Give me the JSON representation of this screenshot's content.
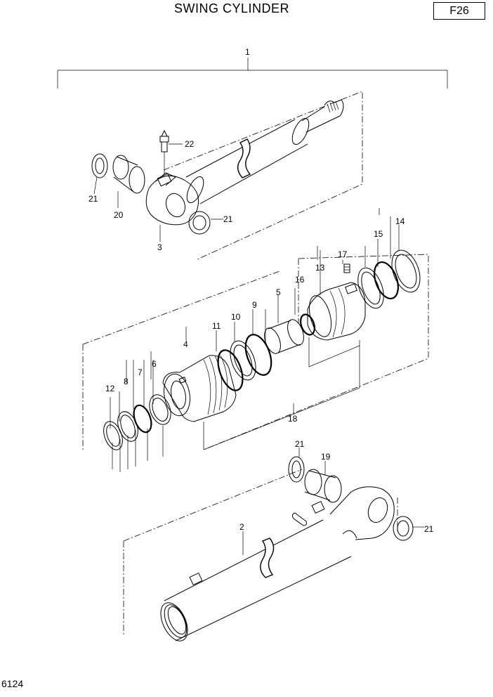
{
  "header": {
    "title": "SWING CYLINDER",
    "code": "F26"
  },
  "footer": {
    "page_number": "6124"
  },
  "parts": {
    "p1": "1",
    "p2": "2",
    "p3": "3",
    "p4": "4",
    "p5": "5",
    "p6": "6",
    "p7": "7",
    "p8": "8",
    "p9": "9",
    "p10": "10",
    "p11": "11",
    "p12": "12",
    "p13": "13",
    "p14": "14",
    "p15": "15",
    "p16": "16",
    "p17": "17",
    "p18": "18",
    "p19": "19",
    "p20": "20",
    "p21": "21",
    "p22": "22"
  }
}
